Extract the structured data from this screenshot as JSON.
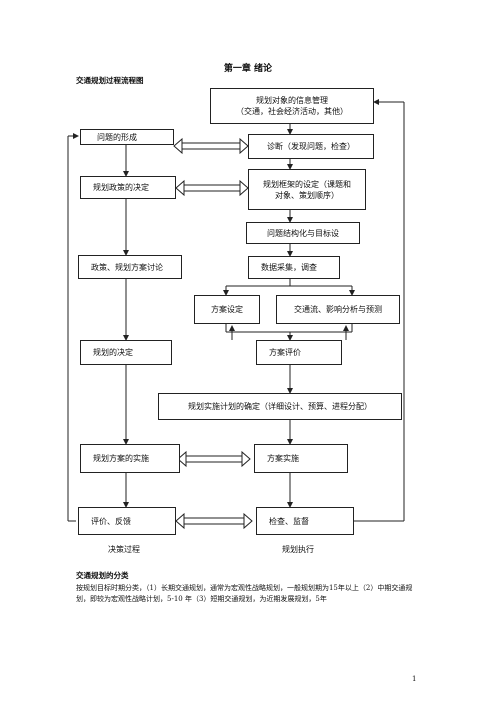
{
  "page_title": "第一章 绪论",
  "flow_heading": "交通规划过程流程图",
  "boxes": {
    "info_mgmt": [
      "规划对象的信息管理",
      "（交通，社会经济活动，其他）"
    ],
    "problem_formation": "问题的形成",
    "diagnosis": "诊断（发现问题，检查）",
    "policy_decision": "规划政策的决定",
    "framework": [
      "规划框架的设定（课题和",
      "对象、策划顺序）"
    ],
    "structuring": "问题结构化与目标设",
    "policy_discussion": "政策、规划方案讨论",
    "data_collection": "数据采集，调查",
    "scheme_setting": "方案设定",
    "traffic_analysis": "交通流、影响分析与预测",
    "plan_decision": "规划的决定",
    "scheme_eval": "方案评价",
    "implementation_plan": "规划实施计划的确定（详细设计、预算、进程分配）",
    "plan_implementation": "规划方案的实施",
    "scheme_implementation": "方案实施",
    "evaluation": "评价、反馈",
    "inspection": "检查、监督"
  },
  "column_labels": {
    "left": "决策过程",
    "right": "规划执行"
  },
  "section_heading": "交通规划的分类",
  "paragraph": "按规划目标时期分类，（1）长期交通规划，通常为宏观性战略规划，一般规划期为15年以上（2）中期交通规划，即较为宏观性战略计划，5-10 年（3）短期交通规划，为近期发展规划，5年",
  "page_number": "1"
}
